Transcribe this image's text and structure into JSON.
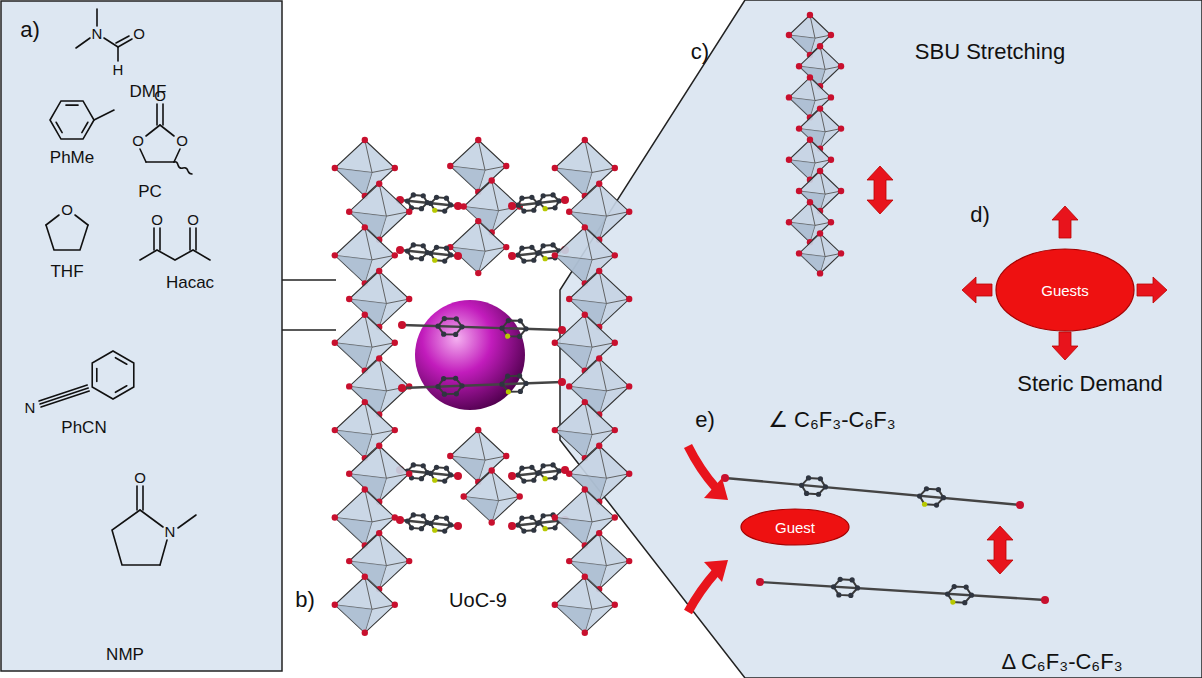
{
  "diagram": {
    "nodes": [
      {
        "text": [
          "Guests"
        ]
      },
      {
        "text": [
          "Guest"
        ]
      }
    ],
    "labels": [
      "a)",
      "N",
      "O",
      "H",
      "DMF",
      "PhMe",
      "O",
      "O",
      "O",
      "PC",
      "O",
      "THF",
      "O",
      "O",
      "Hacac",
      "N",
      "PhCN",
      "O",
      "N",
      "NMP",
      "b)",
      "UoC-9",
      "c)",
      "SBU Stretching",
      "d)",
      "Steric Demand",
      "e)",
      "∠ C₆F₃-C₆F₃",
      "Δ C₆F₃-C₆F₃"
    ]
  }
}
